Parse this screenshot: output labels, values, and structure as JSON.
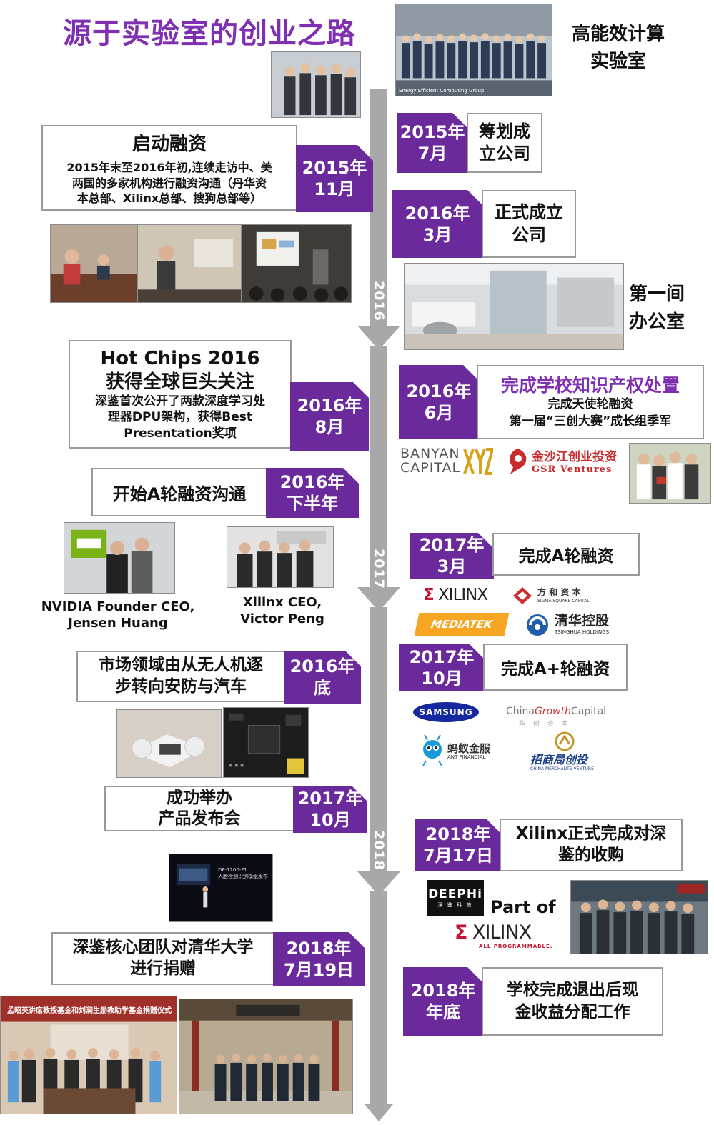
{
  "title": "源于实验室的创业之路",
  "lab_label": [
    "高能效计算",
    "实验室"
  ],
  "office_label": [
    "第一间",
    "办公室"
  ],
  "timeline_years": [
    "2016",
    "2017",
    "2018"
  ],
  "events": {
    "e1": {
      "date": [
        "2015年",
        "7月"
      ],
      "text": [
        "筹划成",
        "立公司"
      ]
    },
    "e2": {
      "title": "启动融资",
      "date": [
        "2015年",
        "11月"
      ],
      "desc": [
        "2015年末至2016年初,连续走访中、美",
        "两国的多家机构进行融资沟通（丹华资",
        "本总部、Xilinx总部、搜狗总部等）"
      ]
    },
    "e3": {
      "date": [
        "2016年",
        "3月"
      ],
      "text": [
        "正式成立",
        "公司"
      ]
    },
    "e4": {
      "title": [
        "Hot Chips 2016",
        "获得全球巨头关注"
      ],
      "date": [
        "2016年",
        "8月"
      ],
      "desc": [
        "深鉴首次公开了两款深度学习处",
        "理器DPU架构，获得Best",
        "Presentation奖项"
      ]
    },
    "e5": {
      "date": [
        "2016年",
        "6月"
      ],
      "title": "完成学校知识产权处置",
      "desc": [
        "完成天使轮融资",
        "第一届“三创大赛”成长组季军"
      ]
    },
    "e6": {
      "date": [
        "2016年",
        "下半年"
      ],
      "text": "开始A轮融资沟通"
    },
    "e7": {
      "date": [
        "2017年",
        "3月"
      ],
      "text": "完成A轮融资"
    },
    "e8": {
      "date": [
        "2016年",
        "底"
      ],
      "text": [
        "市场领域由从无人机逐",
        "步转向安防与汽车"
      ]
    },
    "e9": {
      "date": [
        "2017年",
        "10月"
      ],
      "text": "完成A+轮融资"
    },
    "e10": {
      "date": [
        "2017年",
        "10月"
      ],
      "text": [
        "成功举办",
        "产品发布会"
      ]
    },
    "e11": {
      "date": [
        "2018年",
        "7月17日"
      ],
      "text": [
        "Xilinx正式完成对深",
        "鉴的收购"
      ]
    },
    "e12": {
      "date": [
        "2018年",
        "7月19日"
      ],
      "text": [
        "深鉴核心团队对清华大学",
        "进行捐赠"
      ]
    },
    "e13": {
      "date": [
        "2018年",
        "年底"
      ],
      "text": [
        "学校完成退出后现",
        "金收益分配工作"
      ]
    }
  },
  "captions": {
    "nvidia": [
      "NVIDIA Founder CEO,",
      "Jensen Huang"
    ],
    "xilinx": [
      "Xilinx CEO,",
      "Victor Peng"
    ]
  },
  "logos": {
    "banyan": [
      "BANYAN",
      "CAPITAL"
    ],
    "gsr": [
      "金沙江创业投资",
      "GSR Ventures"
    ],
    "xilinx": "XILINX",
    "sigma": [
      "方 和 资 本",
      "SIGMA SQUARE CAPITAL"
    ],
    "mediatek": "MEDIATEK",
    "tsinghua": [
      "清华控股",
      "TSINGHUA HOLDINGS"
    ],
    "samsung": "SAMSUNG",
    "chinagrowth": [
      "China",
      "Growth",
      "Capital"
    ],
    "chinagrowth_sub": "华 创 资 本",
    "ant": [
      "蚂蚁金服",
      "ANT FINANCIAL"
    ],
    "cmv": [
      "招商局创投",
      "CHINA MERCHANTS VENTURE"
    ],
    "deephi": [
      "DEEPHi",
      "深 鉴 科 技"
    ],
    "part_of": "Part of",
    "xilinx2": [
      "XILINX",
      "ALL PROGRAMMABLE."
    ]
  },
  "photo_text": {
    "lab_caption": "Energy Efficient Computing Group",
    "launch_screen": [
      "DP-1200-F1",
      "人脸检测识别模组发布"
    ],
    "donation_banner": "孟昭英讲席教授基金和刘润生励教助学基金捐赠仪式"
  },
  "colors": {
    "purple": "#6a2a9b",
    "title_purple": "#7f2fb1",
    "arrow_gray": "#a8a8a8",
    "border_gray": "#9a9a9a",
    "donation_red": "#a0302a"
  }
}
